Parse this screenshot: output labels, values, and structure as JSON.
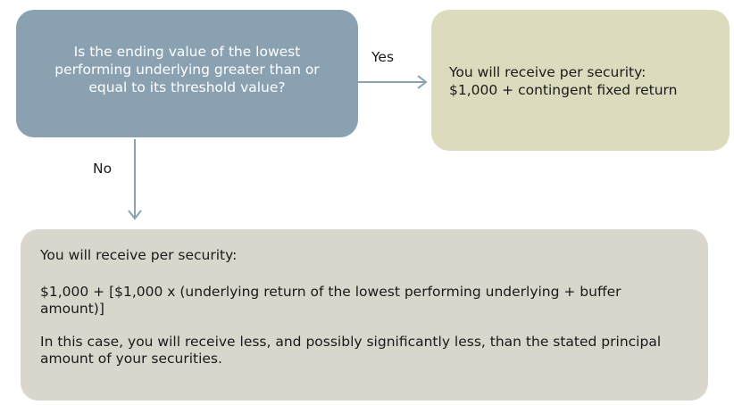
{
  "decision": {
    "question": "Is the ending value of the lowest performing underlying greater than or equal to its threshold value?"
  },
  "yes_branch": {
    "edge_label": "Yes",
    "line1": "You will receive per security:",
    "line2": "$1,000 + contingent fixed return"
  },
  "no_branch": {
    "edge_label": "No",
    "line1": "You will receive per security:",
    "line2": "$1,000 + [$1,000 x (underlying return of the lowest performing underlying + buffer amount)]",
    "line3": "In this case, you will receive less, and possibly significantly less, than the stated principal amount of your securities."
  },
  "colors": {
    "decision_fill": "#8aa1b1",
    "yes_fill": "#dcdbbd",
    "no_fill": "#d9d6cc",
    "arrow": "#8aa1b1"
  }
}
